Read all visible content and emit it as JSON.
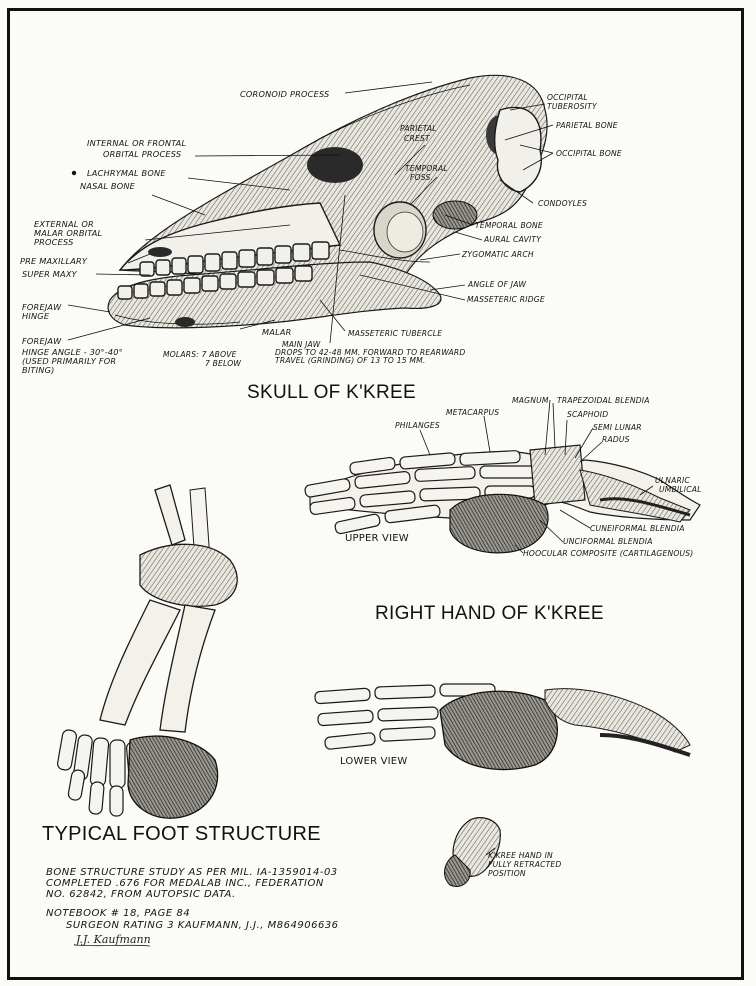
{
  "skull": {
    "title": "SKULL OF K'KREE",
    "labels": {
      "coronoid": "CORONOID PROCESS",
      "occipital_tuberosity": "OCCIPITAL\nTUBEROSITY",
      "parietal_crest": "PARIETAL\nCREST",
      "parietal_bone": "PARIETAL BONE",
      "occipital_bone": "OCCIPITAL BONE",
      "internal_orbital": "INTERNAL OR FRONTAL\nORBITAL PROCESS",
      "lachrymal": "LACHRYMAL BONE",
      "nasal": "NASAL BONE",
      "temporal_fossa": "TEMPORAL\nFOSS.",
      "condoyles": "CONDOYLES",
      "external_orbital": "EXTERNAL OR\nMALAR ORBITAL\nPROCESS",
      "temporal_bone": "TEMPORAL BONE",
      "aural_cavity": "AURAL CAVITY",
      "pre_maxillary": "PRE MAXILLARY",
      "zygomatic": "ZYGOMATIC ARCH",
      "super_maxy": "SUPER MAXY",
      "angle_of_jaw": "ANGLE OF JAW",
      "forejaw_hinge": "FOREJAW\nHINGE",
      "masseteric_ridge": "MASSETERIC RIDGE",
      "forejaw": "FOREJAW",
      "malar": "MALAR",
      "masseteric_tubercle": "MASSETERIC TUBERCLE",
      "hinge_angle": "HINGE ANGLE - 30°-40°\n(USED PRIMARILY FOR\nBITING)",
      "molars": "MOLARS: 7 ABOVE\n7 BELOW",
      "main_jaw": "MAIN JAW\nDROPS TO 42-48 MM. FORWARD TO REARWARD\nTRAVEL (GRINDING) OF 13 TO 15 MM."
    }
  },
  "hand": {
    "title": "RIGHT HAND OF K'KREE",
    "upper_view": "UPPER VIEW",
    "lower_view": "LOWER VIEW",
    "labels": {
      "magnum": "MAGNUM",
      "trapezoidal": "TRAPEZOIDAL BLENDIA",
      "metacarpus": "METACARPUS",
      "scaphoid": "SCAPHOID",
      "philanges": "PHILANGES",
      "semilunar": "SEMI LUNAR",
      "radus": "RADUS",
      "ulnaric": "ULNARIC\nUMBILICAL",
      "cuneiformal": "CUNEIFORMAL BLENDIA",
      "unciformal": "UNCIFORMAL BLENDIA",
      "hoocular": "HOOCULAR COMPOSITE (CARTILAGENOUS)"
    },
    "retracted": "K'KREE HAND IN\nFULLY RETRACTED\nPOSITION"
  },
  "foot": {
    "title": "TYPICAL FOOT STRUCTURE"
  },
  "notes": {
    "study": "BONE STRUCTURE STUDY AS PER MIL. IA-1359014-03\nCOMPLETED .676 FOR MEDALAB INC., FEDERATION\nNO. 62842, FROM AUTOPSIC DATA.",
    "notebook": "NOTEBOOK # 18, PAGE 84",
    "surgeon": "SURGEON RATING 3 KAUFMANN, J.J., M864906636",
    "signature": "J.J. Kaufmann"
  }
}
